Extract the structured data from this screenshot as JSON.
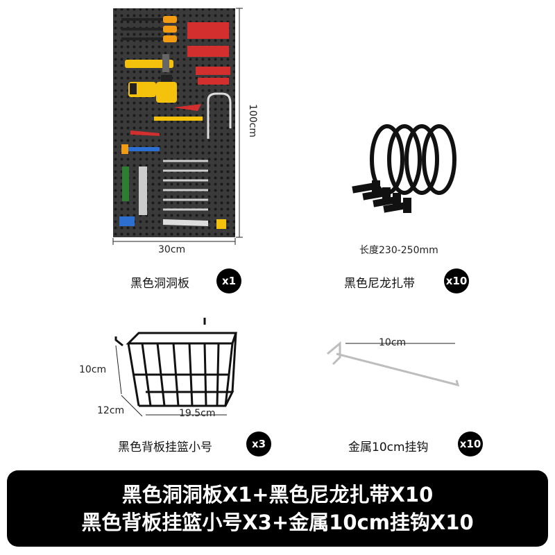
{
  "pegboard": {
    "height_label": "100cm",
    "width_label": "30cm",
    "name": "黑色洞洞板",
    "qty": "x1"
  },
  "ties": {
    "length_label": "长度230-250mm",
    "name": "黑色尼龙扎带",
    "qty": "x10"
  },
  "basket": {
    "height_label": "10cm",
    "depth_label": "12cm",
    "width_label": "19.5cm",
    "name": "黑色背板挂篮小号",
    "qty": "x3"
  },
  "hook": {
    "length_label": "10cm",
    "name": "金属10cm挂钩",
    "qty": "x10"
  },
  "banner": {
    "line1": "黑色洞洞板X1+黑色尼龙扎带X10",
    "line2": "黑色背板挂篮小号X3+金属10cm挂钩X10"
  },
  "colors": {
    "board": "#333333",
    "banner_bg": "#000000",
    "tool_red": "#d32f2f",
    "tool_orange": "#f39c12",
    "tool_yellow": "#f4c20d"
  }
}
